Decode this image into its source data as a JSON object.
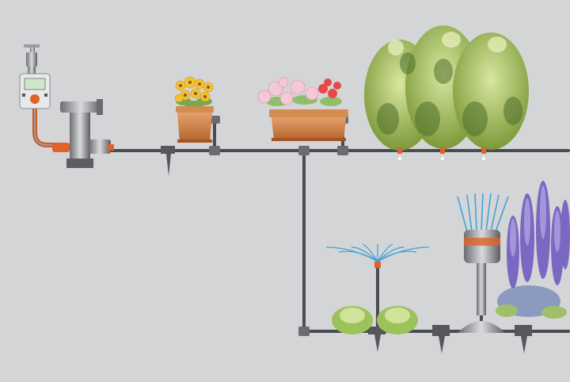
{
  "scene": {
    "background": "#d4d5d7",
    "pipe_color": "#4a4c50",
    "spray_color": "#3aa0d8",
    "pot_color": "#c87a3c",
    "accent_orange": "#e0622a"
  },
  "components": [
    {
      "id": "tap",
      "icon": "water-tap"
    },
    {
      "id": "controller",
      "icon": "water-timer"
    },
    {
      "id": "filter",
      "icon": "pressure-reducer"
    },
    {
      "id": "window-box-1",
      "icon": "planter-yellow-flowers"
    },
    {
      "id": "window-box-2",
      "icon": "planter-pink-flowers"
    },
    {
      "id": "hedge",
      "icon": "shrubs-drip"
    },
    {
      "id": "sprinkler-low",
      "icon": "fan-sprinkler"
    },
    {
      "id": "sprinkler-pop",
      "icon": "pop-up-sprinkler"
    },
    {
      "id": "lettuce",
      "icon": "lettuce"
    },
    {
      "id": "lupins",
      "icon": "purple-flowers"
    }
  ]
}
